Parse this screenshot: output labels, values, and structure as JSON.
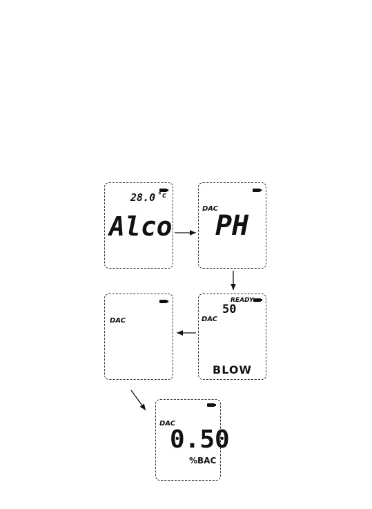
{
  "screens": {
    "s1": {
      "temperature": "28.0",
      "temp_unit": "°c",
      "big": "Alco"
    },
    "s2": {
      "dac": "DAC",
      "big": "PH"
    },
    "s3": {
      "dac": "DAC"
    },
    "s4": {
      "ready": "READY",
      "countdown": "50",
      "dac": "DAC",
      "blow": "BLOW"
    },
    "s5": {
      "dac": "DAC",
      "value": "0.50",
      "unit": "%BAC"
    }
  },
  "icons": [
    "battery-icon",
    "arrow-icon"
  ],
  "colors": {
    "ink": "#111111",
    "border": "#333333",
    "background": "#ffffff"
  }
}
